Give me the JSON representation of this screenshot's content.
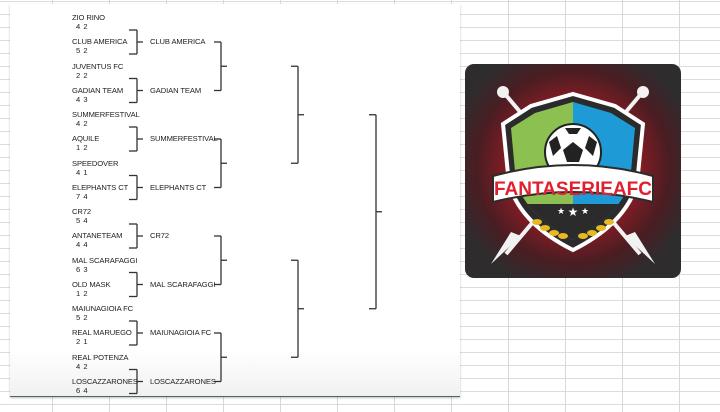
{
  "spreadsheet": {
    "grid_color": "#d9d9d9"
  },
  "bracket": {
    "round1": [
      {
        "home": "ZIO RINO",
        "home_score": "4 2",
        "away": "CLUB AMERICA",
        "away_score": "5 2",
        "winner": "CLUB AMERICA"
      },
      {
        "home": "JUVENTUS FC",
        "home_score": "2 2",
        "away": "GADIAN TEAM",
        "away_score": "4 3",
        "winner": "GADIAN TEAM"
      },
      {
        "home": "SUMMERFESTIVAL",
        "home_score": "4 2",
        "away": "AQUILE",
        "away_score": "1 2",
        "winner": "SUMMERFESTIVAL"
      },
      {
        "home": "SPEEDOVER",
        "home_score": "4 1",
        "away": "ELEPHANTS CT",
        "away_score": "7 4",
        "winner": "ELEPHANTS CT"
      },
      {
        "home": "CR72",
        "home_score": "5 4",
        "away": "ANTANETEAM",
        "away_score": "4 4",
        "winner": "CR72"
      },
      {
        "home": "MAL SCARAFAGGI",
        "home_score": "6 3",
        "away": "OLD MASK",
        "away_score": "1 2",
        "winner": "MAL SCARAFAGGI"
      },
      {
        "home": "MAIUNAGIOIA FC",
        "home_score": "5 2",
        "away": "REAL MARUEGO",
        "away_score": "2 1",
        "winner": "MAIUNAGIOIA FC"
      },
      {
        "home": "REAL POTENZA",
        "home_score": "4 2",
        "away": "LOSCAZZARONES",
        "away_score": "6 4",
        "winner": "LOSCAZZARONES"
      }
    ]
  },
  "logo": {
    "text": "FANTASERIEAFC",
    "colors": {
      "background": "#2f2c2e",
      "glow": "#c8232d",
      "shield_left": "#8cc152",
      "shield_right": "#1e9ad6",
      "banner_text": "#e0202e",
      "laurel": "#e8b923"
    }
  }
}
